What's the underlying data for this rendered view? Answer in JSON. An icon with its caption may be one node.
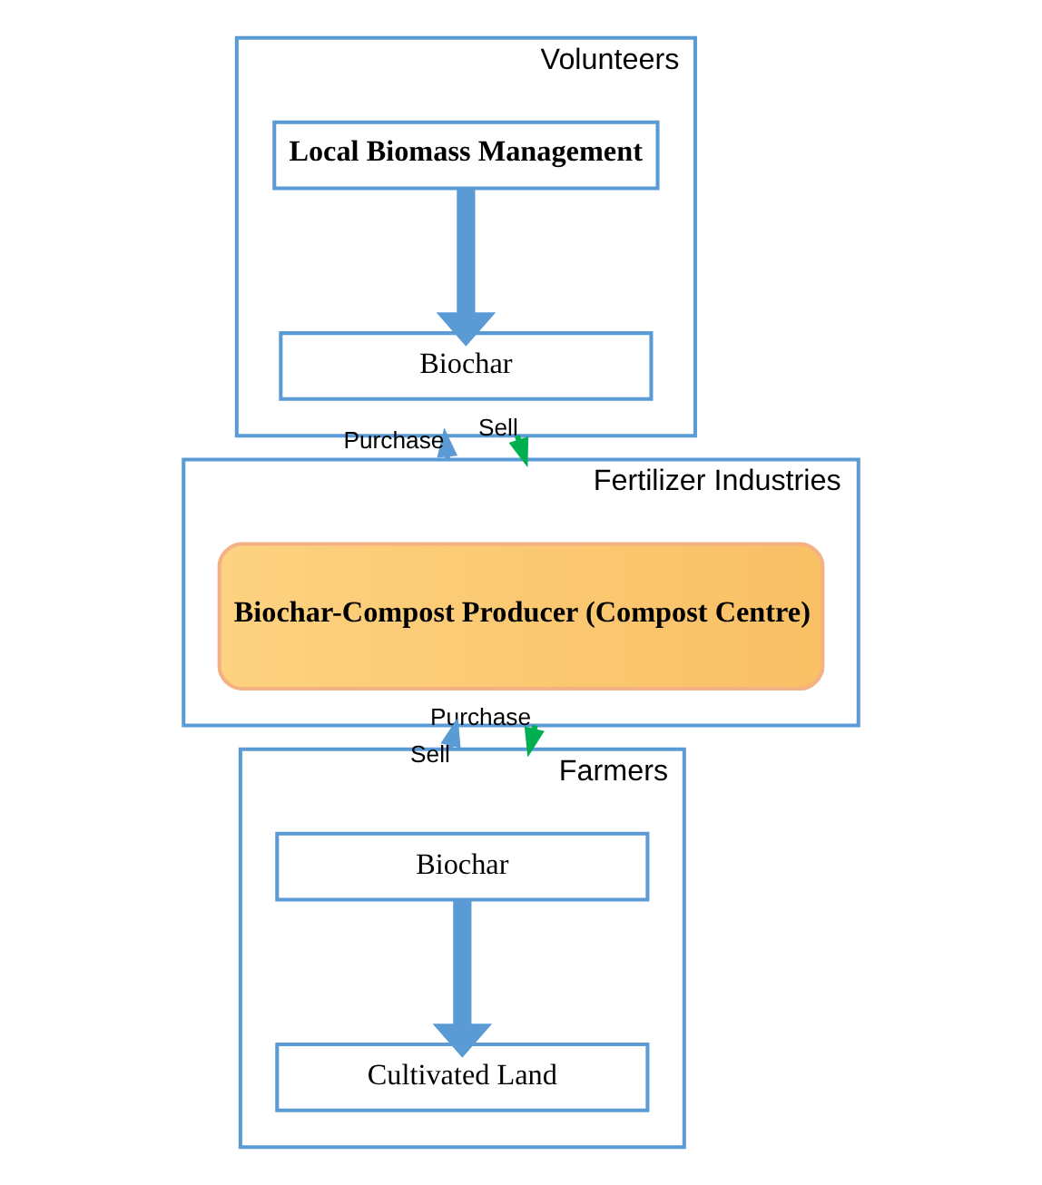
{
  "diagram": {
    "nodes": [
      {
        "text": [
          "Volunteers"
        ]
      },
      {
        "text": [
          "Local Biomass Management"
        ],
        "in": 0
      },
      {
        "text": [
          "Biochar"
        ],
        "in": 0
      },
      {
        "text": [
          "Fertilizer Industries"
        ]
      },
      {
        "text": [
          "Biochar-Compost Producer (Compost Centre)"
        ],
        "in": 3
      },
      {
        "text": [
          "Farmers"
        ]
      },
      {
        "text": [
          "Biochar"
        ],
        "in": 5
      },
      {
        "text": [
          "Cultivated Land"
        ],
        "in": 5
      }
    ],
    "edges": [
      {
        "from": 1,
        "to": 2,
        "arrow": "to",
        "style": "thick"
      },
      {
        "from": 0,
        "to": 3,
        "arrow": "to",
        "label": "Sell",
        "color": "#00b050"
      },
      {
        "from": 3,
        "to": 0,
        "arrow": "to",
        "label": "Purchase"
      },
      {
        "from": 3,
        "to": 5,
        "arrow": "to",
        "label": "Purchase",
        "color": "#00b050"
      },
      {
        "from": 5,
        "to": 3,
        "arrow": "to",
        "label": "Sell"
      },
      {
        "from": 6,
        "to": 7,
        "arrow": "to",
        "style": "thick"
      }
    ]
  }
}
